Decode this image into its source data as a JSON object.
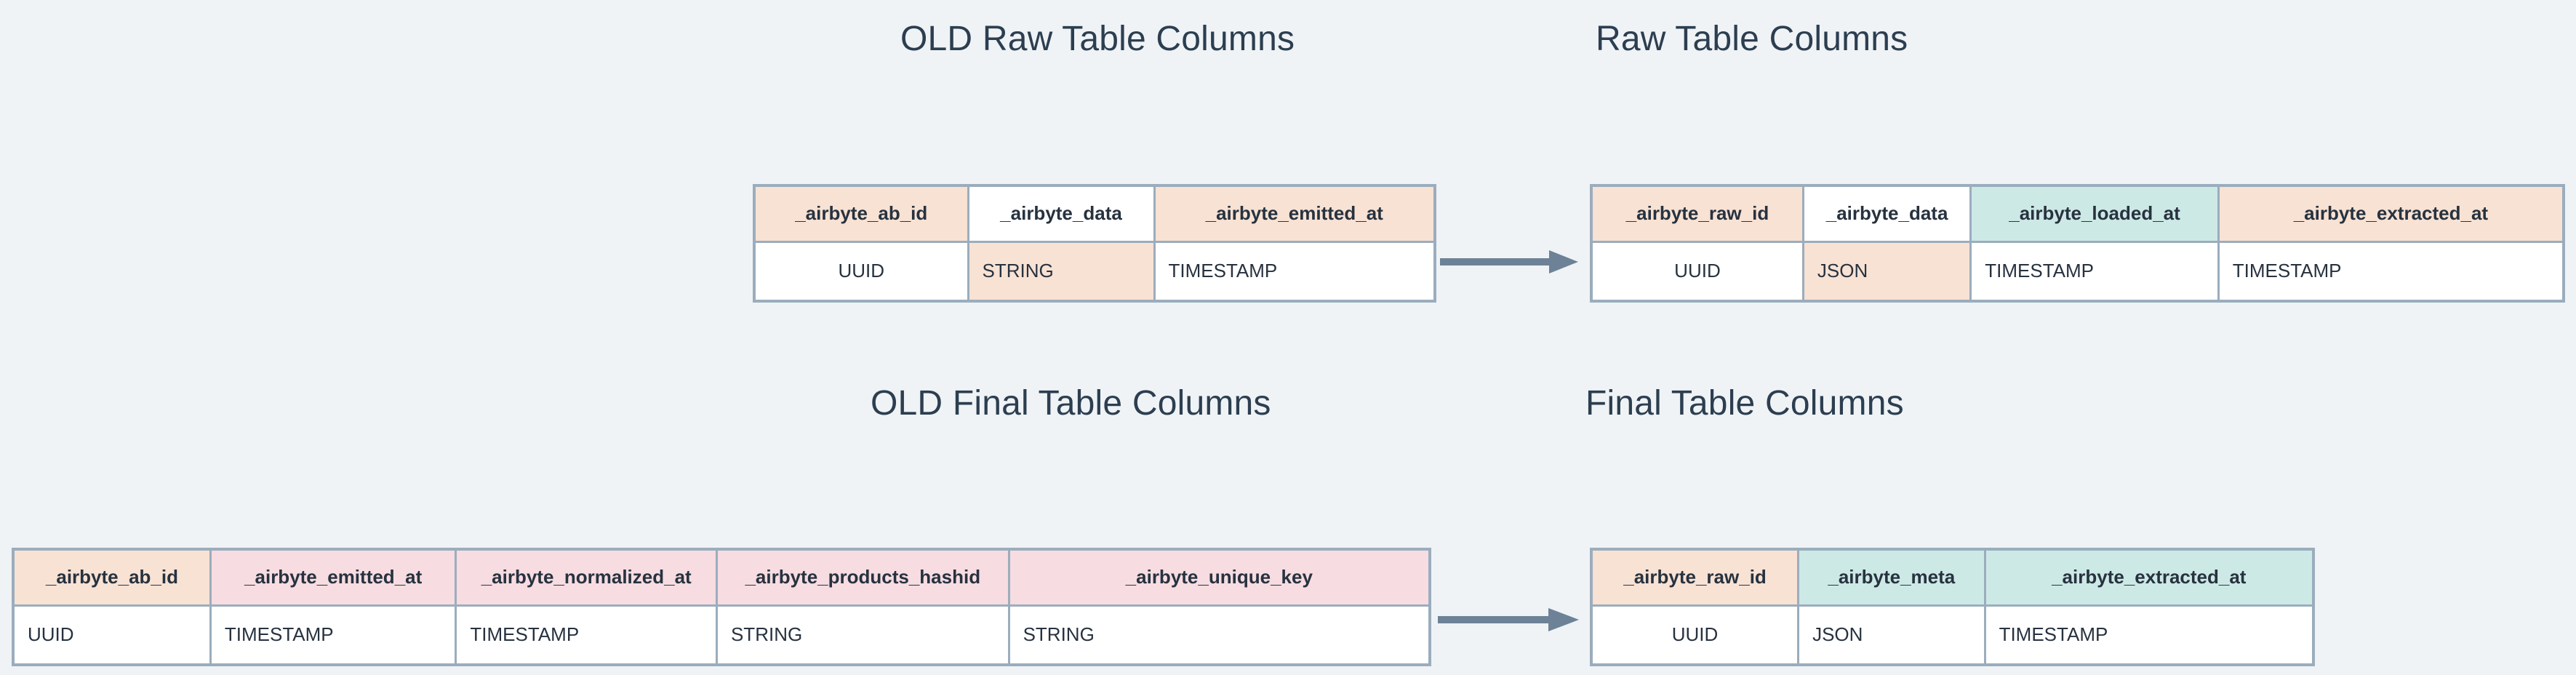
{
  "background_color": "#eff3f6",
  "text_color": "#27323f",
  "border_color": "#9badbd",
  "arrow_color": "#6d8296",
  "palette": {
    "peach": "#f8e2d4",
    "mint": "#cde9e6",
    "pink": "#f7dce1",
    "white": "#ffffff"
  },
  "titles": {
    "old_raw": "OLD Raw Table Columns",
    "new_raw": "Raw Table Columns",
    "old_final": "OLD Final Table Columns",
    "new_final": "Final Table Columns"
  },
  "arrows": {
    "raw": "arrow-right",
    "final": "arrow-right"
  },
  "tables": {
    "old_raw": {
      "title": "OLD Raw Table Columns",
      "columns": [
        {
          "name": "_airbyte_ab_id",
          "type": "UUID",
          "header_fill": "peach",
          "type_fill": "white"
        },
        {
          "name": "_airbyte_data",
          "type": "STRING",
          "header_fill": "white",
          "type_fill": "peach"
        },
        {
          "name": "_airbyte_emitted_at",
          "type": "TIMESTAMP",
          "header_fill": "peach",
          "type_fill": "white"
        }
      ]
    },
    "new_raw": {
      "title": "Raw Table Columns",
      "columns": [
        {
          "name": "_airbyte_raw_id",
          "type": "UUID",
          "header_fill": "peach",
          "type_fill": "white"
        },
        {
          "name": "_airbyte_data",
          "type": "JSON",
          "header_fill": "white",
          "type_fill": "peach"
        },
        {
          "name": "_airbyte_loaded_at",
          "type": "TIMESTAMP",
          "header_fill": "mint",
          "type_fill": "white"
        },
        {
          "name": "_airbyte_extracted_at",
          "type": "TIMESTAMP",
          "header_fill": "peach",
          "type_fill": "white"
        }
      ]
    },
    "old_final": {
      "title": "OLD Final Table Columns",
      "columns": [
        {
          "name": "_airbyte_ab_id",
          "type": "UUID",
          "header_fill": "peach",
          "type_fill": "white"
        },
        {
          "name": "_airbyte_emitted_at",
          "type": "TIMESTAMP",
          "header_fill": "pink",
          "type_fill": "white"
        },
        {
          "name": "_airbyte_normalized_at",
          "type": "TIMESTAMP",
          "header_fill": "pink",
          "type_fill": "white"
        },
        {
          "name": "_airbyte_products_hashid",
          "type": "STRING",
          "header_fill": "pink",
          "type_fill": "white"
        },
        {
          "name": "_airbyte_unique_key",
          "type": "STRING",
          "header_fill": "pink",
          "type_fill": "white"
        }
      ]
    },
    "new_final": {
      "title": "Final Table Columns",
      "columns": [
        {
          "name": "_airbyte_raw_id",
          "type": "UUID",
          "header_fill": "peach",
          "type_fill": "white"
        },
        {
          "name": "_airbyte_meta",
          "type": "JSON",
          "header_fill": "mint",
          "type_fill": "white"
        },
        {
          "name": "_airbyte_extracted_at",
          "type": "TIMESTAMP",
          "header_fill": "mint",
          "type_fill": "white"
        }
      ]
    }
  }
}
